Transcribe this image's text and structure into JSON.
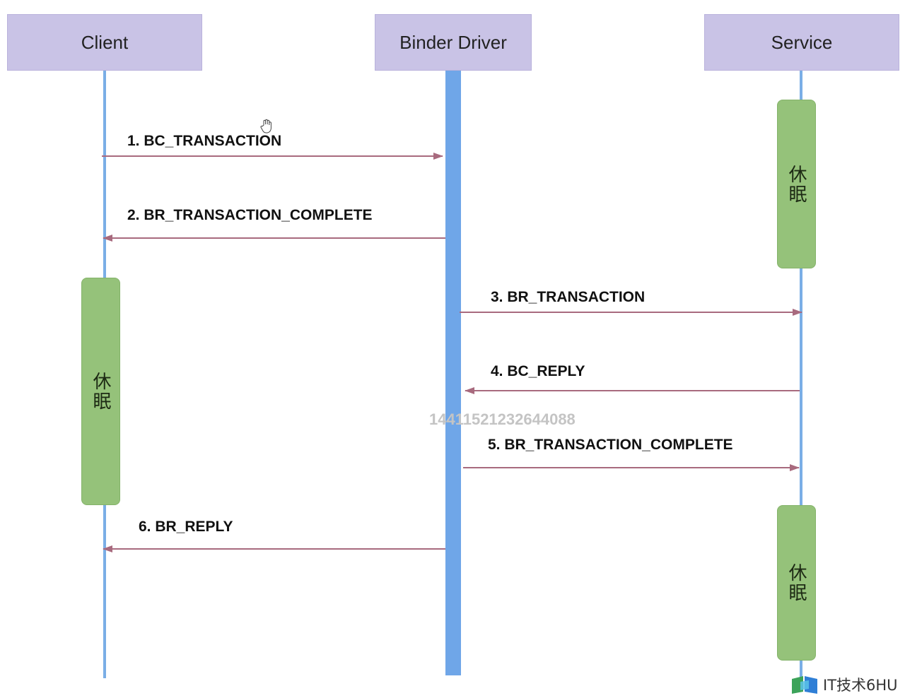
{
  "participants": {
    "client": "Client",
    "driver": "Binder Driver",
    "service": "Service"
  },
  "sleep_label": "休眠",
  "messages": [
    {
      "label": "1. BC_TRANSACTION",
      "from": "client",
      "to": "driver"
    },
    {
      "label": "2. BR_TRANSACTION_COMPLETE",
      "from": "driver",
      "to": "client"
    },
    {
      "label": "3. BR_TRANSACTION",
      "from": "driver",
      "to": "service"
    },
    {
      "label": "4. BC_REPLY",
      "from": "service",
      "to": "driver"
    },
    {
      "label": "5. BR_TRANSACTION_COMPLETE",
      "from": "driver",
      "to": "service"
    },
    {
      "label": "6. BR_REPLY",
      "from": "driver",
      "to": "client"
    }
  ],
  "watermark_number": "14411521232644088",
  "brand": "IT技术6HU",
  "colors": {
    "header_fill": "#c9c3e6",
    "lifeline": "#7aaee6",
    "sleep_fill": "#95c27a",
    "arrow": "#a86a7e"
  }
}
